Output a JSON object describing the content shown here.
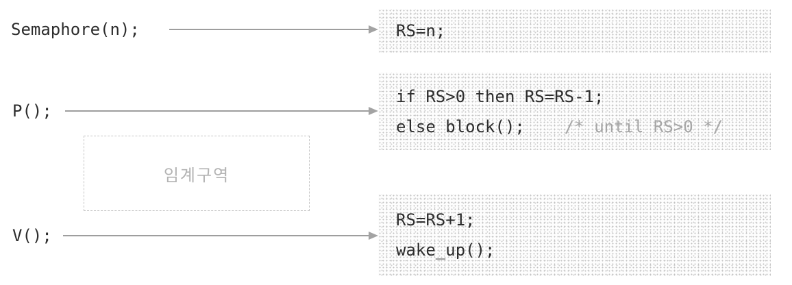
{
  "diagram": {
    "rows": [
      {
        "label": "Semaphore(n);",
        "lines": [
          {
            "code": "RS=n;"
          }
        ]
      },
      {
        "label": "P();",
        "lines": [
          {
            "code": "if RS>0 then RS=RS-1;"
          },
          {
            "code": "else block();",
            "comment": "/* until RS>0 */"
          }
        ]
      },
      {
        "label": "V();",
        "lines": [
          {
            "code": "RS=RS+1;"
          },
          {
            "code": "wake_up();"
          }
        ]
      }
    ],
    "critical_section": {
      "label": "임계구역"
    },
    "colors": {
      "code_text": "#2d2d2d",
      "comment_text": "#a6a6a6",
      "arrow": "#9e9e9e",
      "box_dot_texture": "#c2c2c2",
      "dashed_border": "#c4c4c4",
      "critical_label": "#b3b3b3",
      "background": "#ffffff"
    }
  }
}
